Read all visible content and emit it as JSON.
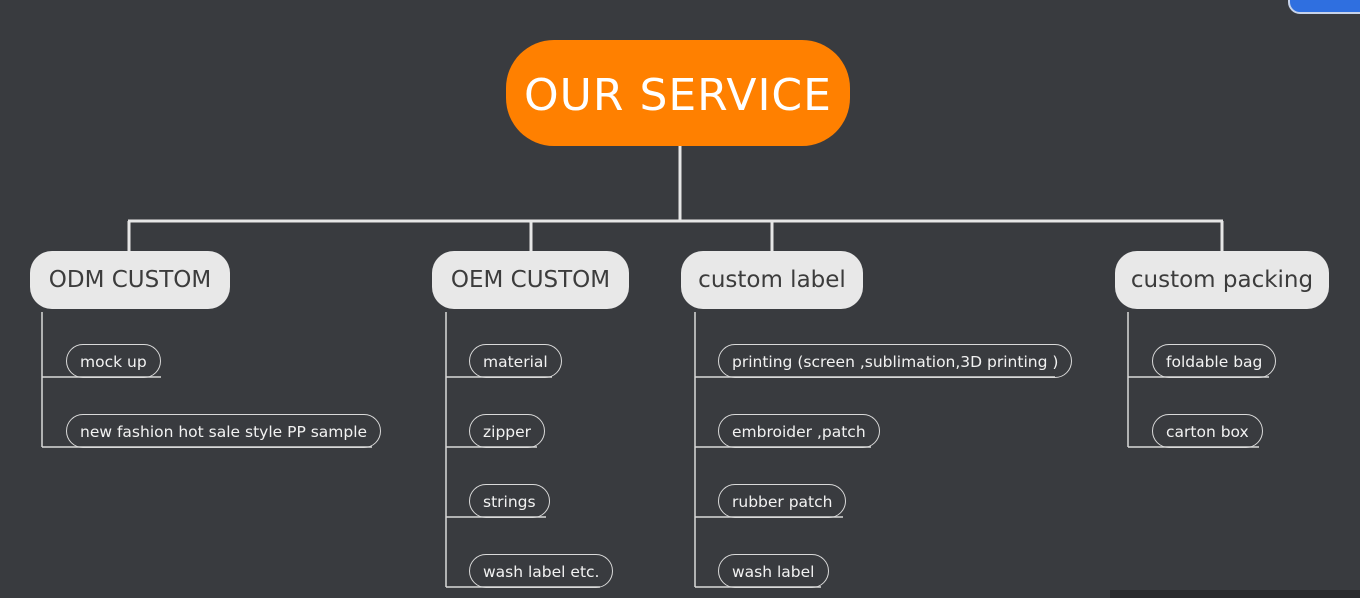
{
  "title": "OUR SERVICE",
  "colors": {
    "background": "#393b3f",
    "accent": "#ff8000",
    "category_bg": "#e8e8e8",
    "category_text": "#3c3c3c",
    "line": "#e6e6e6",
    "item_border": "#d9d9d9",
    "item_text": "#f2f2f2"
  },
  "categories": [
    {
      "label": "ODM CUSTOM",
      "items": [
        "mock up",
        "new fashion hot sale style PP sample"
      ]
    },
    {
      "label": "OEM CUSTOM",
      "items": [
        "material",
        "zipper",
        "strings",
        "wash label etc."
      ]
    },
    {
      "label": "custom label",
      "items": [
        "printing (screen ,sublimation,3D printing )",
        "embroider ,patch",
        "rubber patch",
        "wash label"
      ]
    },
    {
      "label": "custom packing",
      "items": [
        "foldable bag",
        "carton box"
      ]
    }
  ]
}
